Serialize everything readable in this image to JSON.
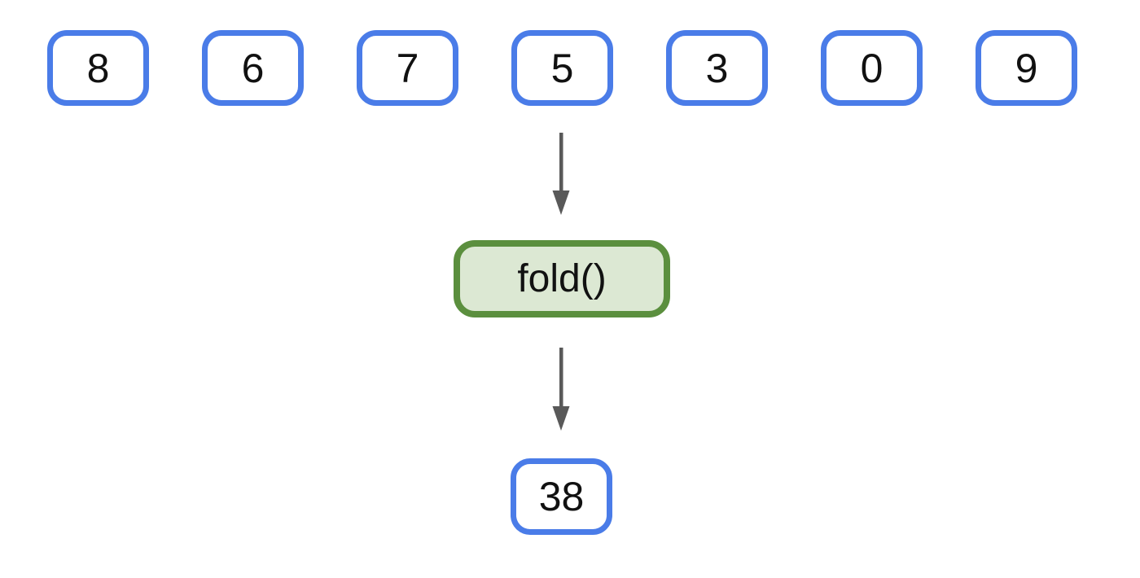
{
  "diagram": {
    "input_values": [
      "8",
      "6",
      "7",
      "5",
      "3",
      "0",
      "9"
    ],
    "operation_label": "fold()",
    "result_value": "38",
    "icons": {
      "top_arrow": "down-arrow-icon",
      "bottom_arrow": "down-arrow-icon"
    },
    "colors": {
      "input_box_border": "#4A7CE8",
      "operation_box_border": "#5B8F3E",
      "operation_box_fill": "#DCE8D3",
      "arrow": "#595959",
      "text": "#111111",
      "background": "#FFFFFF"
    }
  }
}
